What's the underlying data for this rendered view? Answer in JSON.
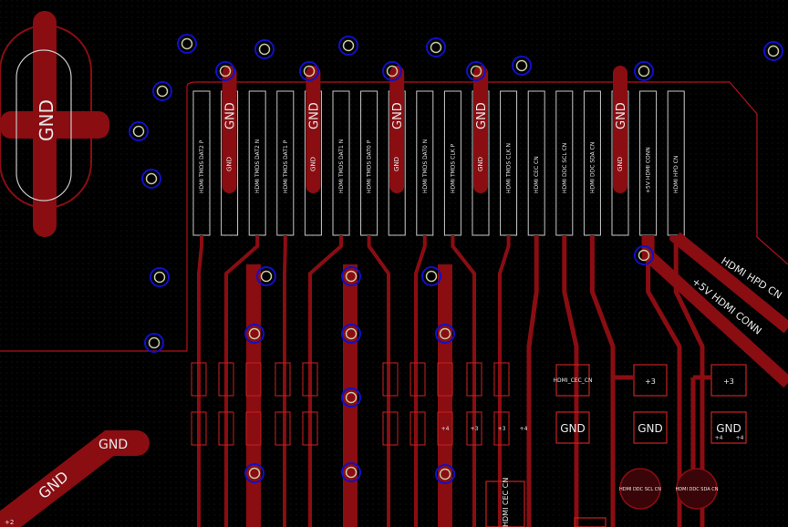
{
  "colors": {
    "background": "#000000",
    "copper": "#8a0d12",
    "copper_dark": "#5e0a0e",
    "outline": "#c8c8c8",
    "board_edge": "#b0101a",
    "via_ring": "#1010c8",
    "via_pad": "#c8c8a0",
    "text": "#e8e8e8"
  },
  "labels": {
    "gnd": "GND",
    "hdmi_cec_cn": "HDMI_CEC_CN",
    "hdmi_ddc_scl_cn": "HDMI DDC SCL CN",
    "hdmi_ddc_sda_cn": "HDMI DDC SDA CN",
    "p3": "+3",
    "p4": "+4",
    "p2": "+2",
    "hdmi_hpd_cn": "HDMI HPD CN",
    "plus5v_hdmi_conn": "+5V HDMI CONN",
    "cec_diag": "HDMI CEC CN",
    "hdmi_hpd_diag": "HDMI HPD CN",
    "corner_label": "+2"
  },
  "pins": [
    {
      "id": "p1",
      "label": "HDMI TMDS DAT2 P"
    },
    {
      "id": "p2",
      "label": "GND"
    },
    {
      "id": "p3",
      "label": "HDMI TMDS DAT2 N"
    },
    {
      "id": "p4",
      "label": "HDMI TMDS DAT1 P"
    },
    {
      "id": "p5",
      "label": "GND"
    },
    {
      "id": "p6",
      "label": "HDMI TMDS DAT1 N"
    },
    {
      "id": "p7",
      "label": "HDMI TMDS DAT0 P"
    },
    {
      "id": "p8",
      "label": "GND"
    },
    {
      "id": "p9",
      "label": "HDMI TMDS DAT0 N"
    },
    {
      "id": "p10",
      "label": "HDMI TMDS CLK P"
    },
    {
      "id": "p11",
      "label": "GND"
    },
    {
      "id": "p12",
      "label": "HDMI TMDS CLK N"
    },
    {
      "id": "p13",
      "label": "HDMI CEC CN"
    },
    {
      "id": "p14",
      "label": "HDMI DDC SCL CN"
    },
    {
      "id": "p15",
      "label": "HDMI DDC SDA CN"
    },
    {
      "id": "p16",
      "label": "GND"
    },
    {
      "id": "p17",
      "label": "+5V HDMI CONN"
    },
    {
      "id": "p18",
      "label": "HDMI HPD CN"
    }
  ]
}
